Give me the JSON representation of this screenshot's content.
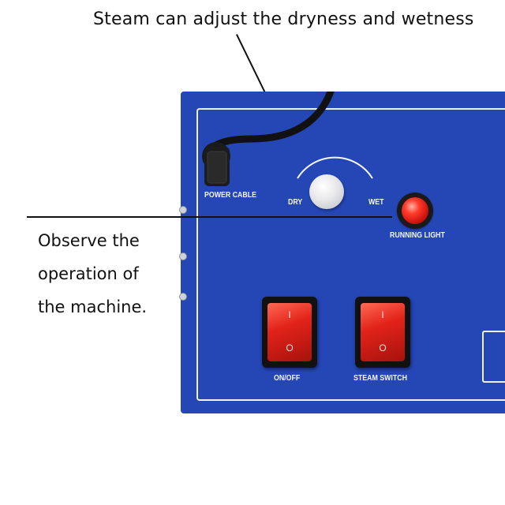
{
  "callouts": {
    "top": "Steam can adjust the dryness and wetness",
    "left": "Observe the\noperation of\nthe machine."
  },
  "panel": {
    "labels": {
      "power_cable": "POWER CABLE",
      "dry": "DRY",
      "wet": "WET",
      "running_light": "RUNNING LIGHT",
      "on_off": "ON/OFF",
      "steam_switch": "STEAM SWITCH"
    },
    "switch_marks": {
      "on": "I",
      "off": "O"
    },
    "colors": {
      "panel": "#2547b6",
      "indicator": "#e2231a",
      "outline": "#eef2fb"
    }
  }
}
